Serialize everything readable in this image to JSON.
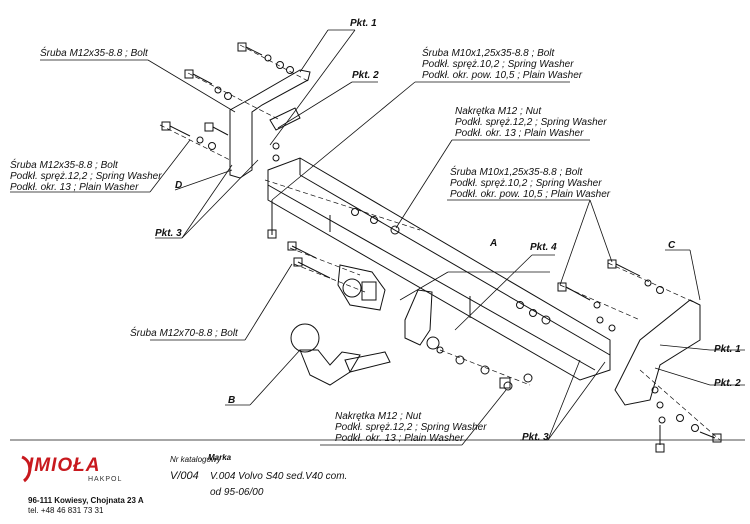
{
  "labels": {
    "bolt_top_left": "Śruba M12x35-8.8 ;  Bolt",
    "bolt_left_1": "Śruba M12x35-8.8 ;  Bolt",
    "bolt_left_2": "Podkł. spręż.12,2 ; Spring Washer",
    "bolt_left_3": "Podkł. okr. 13 ; Plain Washer",
    "bolt_top_mid_1": "Śruba M10x1,25x35-8.8 ;  Bolt",
    "bolt_top_mid_2": "Podkł. spręż.10,2 ; Spring Washer",
    "bolt_top_mid_3": "Podkł. okr. pow. 10,5 ; Plain Washer",
    "nut_top_1": "Nakrętka  M12 ; Nut",
    "nut_top_2": "Podkł. spręż.12,2 ; Spring Washer",
    "nut_top_3": "Podkł. okr. 13 ; Plain Washer",
    "bolt_right_1": "Śruba M10x1,25x35-8.8 ;  Bolt",
    "bolt_right_2": "Podkł. spręż.10,2 ; Spring Washer",
    "bolt_right_3": "Podkł. okr. pow. 10,5 ; Plain Washer",
    "bolt_70": "Śruba M12x70-8.8 ;  Bolt",
    "nut_bottom_1": "Nakrętka  M12 ; Nut",
    "nut_bottom_2": "Podkł. spręż.12,2 ; Spring Washer",
    "nut_bottom_3": "Podkł. okr. 13 ; Plain Washer"
  },
  "tags": {
    "pkt1_top": "Pkt. 1",
    "pkt2_top": "Pkt. 2",
    "pkt3_left": "Pkt. 3",
    "pkt4": "Pkt. 4",
    "pkt1_right": "Pkt. 1",
    "pkt2_right": "Pkt. 2",
    "pkt3_bottom": "Pkt. 3",
    "a": "A",
    "b": "B",
    "c": "C",
    "d": "D"
  },
  "footer": {
    "logo": "IMIOŁA",
    "logo_sub": "HAKPOL",
    "address": "96-111 Kowiesy, Chojnata 23 A",
    "phone": "tel. +48 46 831 73 31",
    "catalog_label": "Nr katalogowy",
    "brand_label": "Marka",
    "catalog_no": "V/004",
    "model": "V.004 Volvo S40 sed.V40 com.",
    "from": "od  95-06/00"
  },
  "colors": {
    "line": "#111111",
    "logo": "#c8191e"
  }
}
